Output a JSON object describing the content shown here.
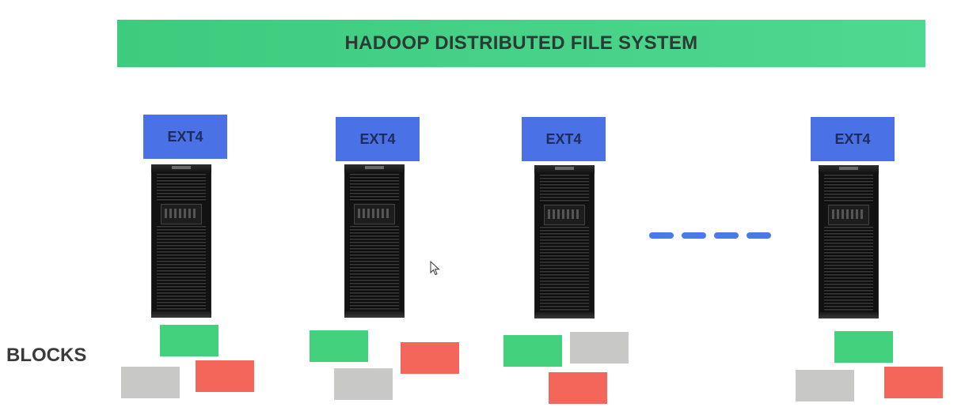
{
  "title": "HADOOP DISTRIBUTED FILE SYSTEM",
  "blocks_label": "BLOCKS",
  "nodes": [
    {
      "fs": "EXT4"
    },
    {
      "fs": "EXT4"
    },
    {
      "fs": "EXT4"
    },
    {
      "fs": "EXT4"
    }
  ],
  "ellipsis_dash_count": 4,
  "colors": {
    "banner": "#43d17e",
    "fs_label": "#4a72e6",
    "block_green": "#43d17e",
    "block_gray": "#c8c8c6",
    "block_red": "#f4665a",
    "dashes": "#4a7ae8"
  }
}
